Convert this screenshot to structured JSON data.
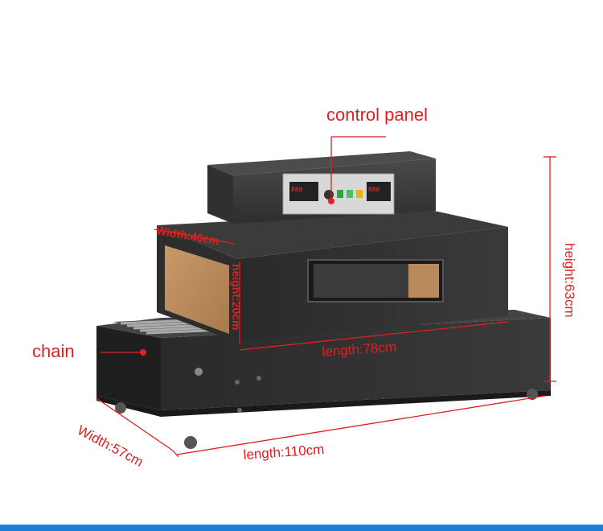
{
  "labels": {
    "control_panel": "control panel",
    "chain": "chain",
    "width_top": "Width:40cm",
    "height_tunnel": "height:20cm",
    "length_tunnel": "length:78cm",
    "height_total": "height:63cm",
    "width_base": "Width:57cm",
    "length_base": "length:110cm"
  },
  "colors": {
    "annotation": "#e02020",
    "machine_body": "#2b2b2b",
    "machine_edge": "#3a3a3a",
    "panel_plate": "#d8d8d8",
    "insulation": "#b98a5c",
    "accent_bar": "#1c7fd6"
  }
}
